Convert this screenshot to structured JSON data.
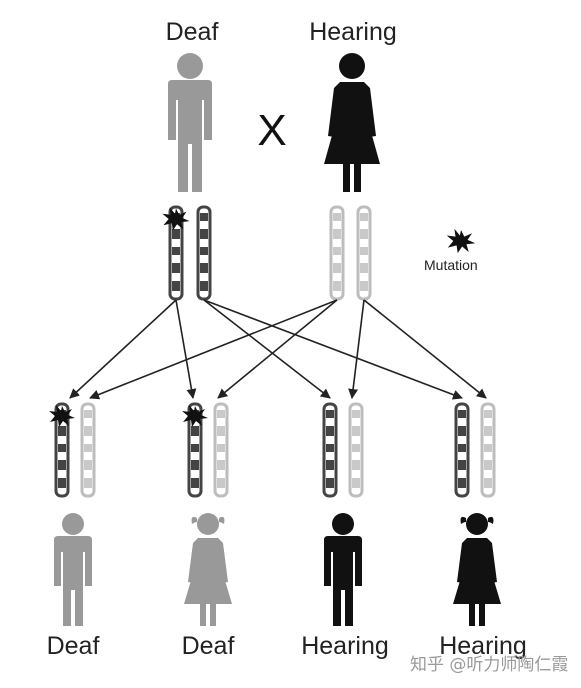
{
  "parents": {
    "father_label": "Deaf",
    "mother_label": "Hearing",
    "cross_symbol": "X"
  },
  "legend": {
    "label": "Mutation",
    "icon": "mutation-star-icon"
  },
  "children": [
    {
      "label": "Deaf",
      "sex": "male",
      "phenotype": "deaf"
    },
    {
      "label": "Deaf",
      "sex": "female",
      "phenotype": "deaf"
    },
    {
      "label": "Hearing",
      "sex": "male",
      "phenotype": "hearing"
    },
    {
      "label": "Hearing",
      "sex": "female",
      "phenotype": "hearing"
    }
  ],
  "watermark": "知乎 @听力师陶仁霞",
  "colors": {
    "deaf": "#9a9a9a",
    "hearing": "#111111",
    "dark_chromosome": "#555555",
    "light_chromosome": "#c8c8c8",
    "arrow": "#222222"
  }
}
